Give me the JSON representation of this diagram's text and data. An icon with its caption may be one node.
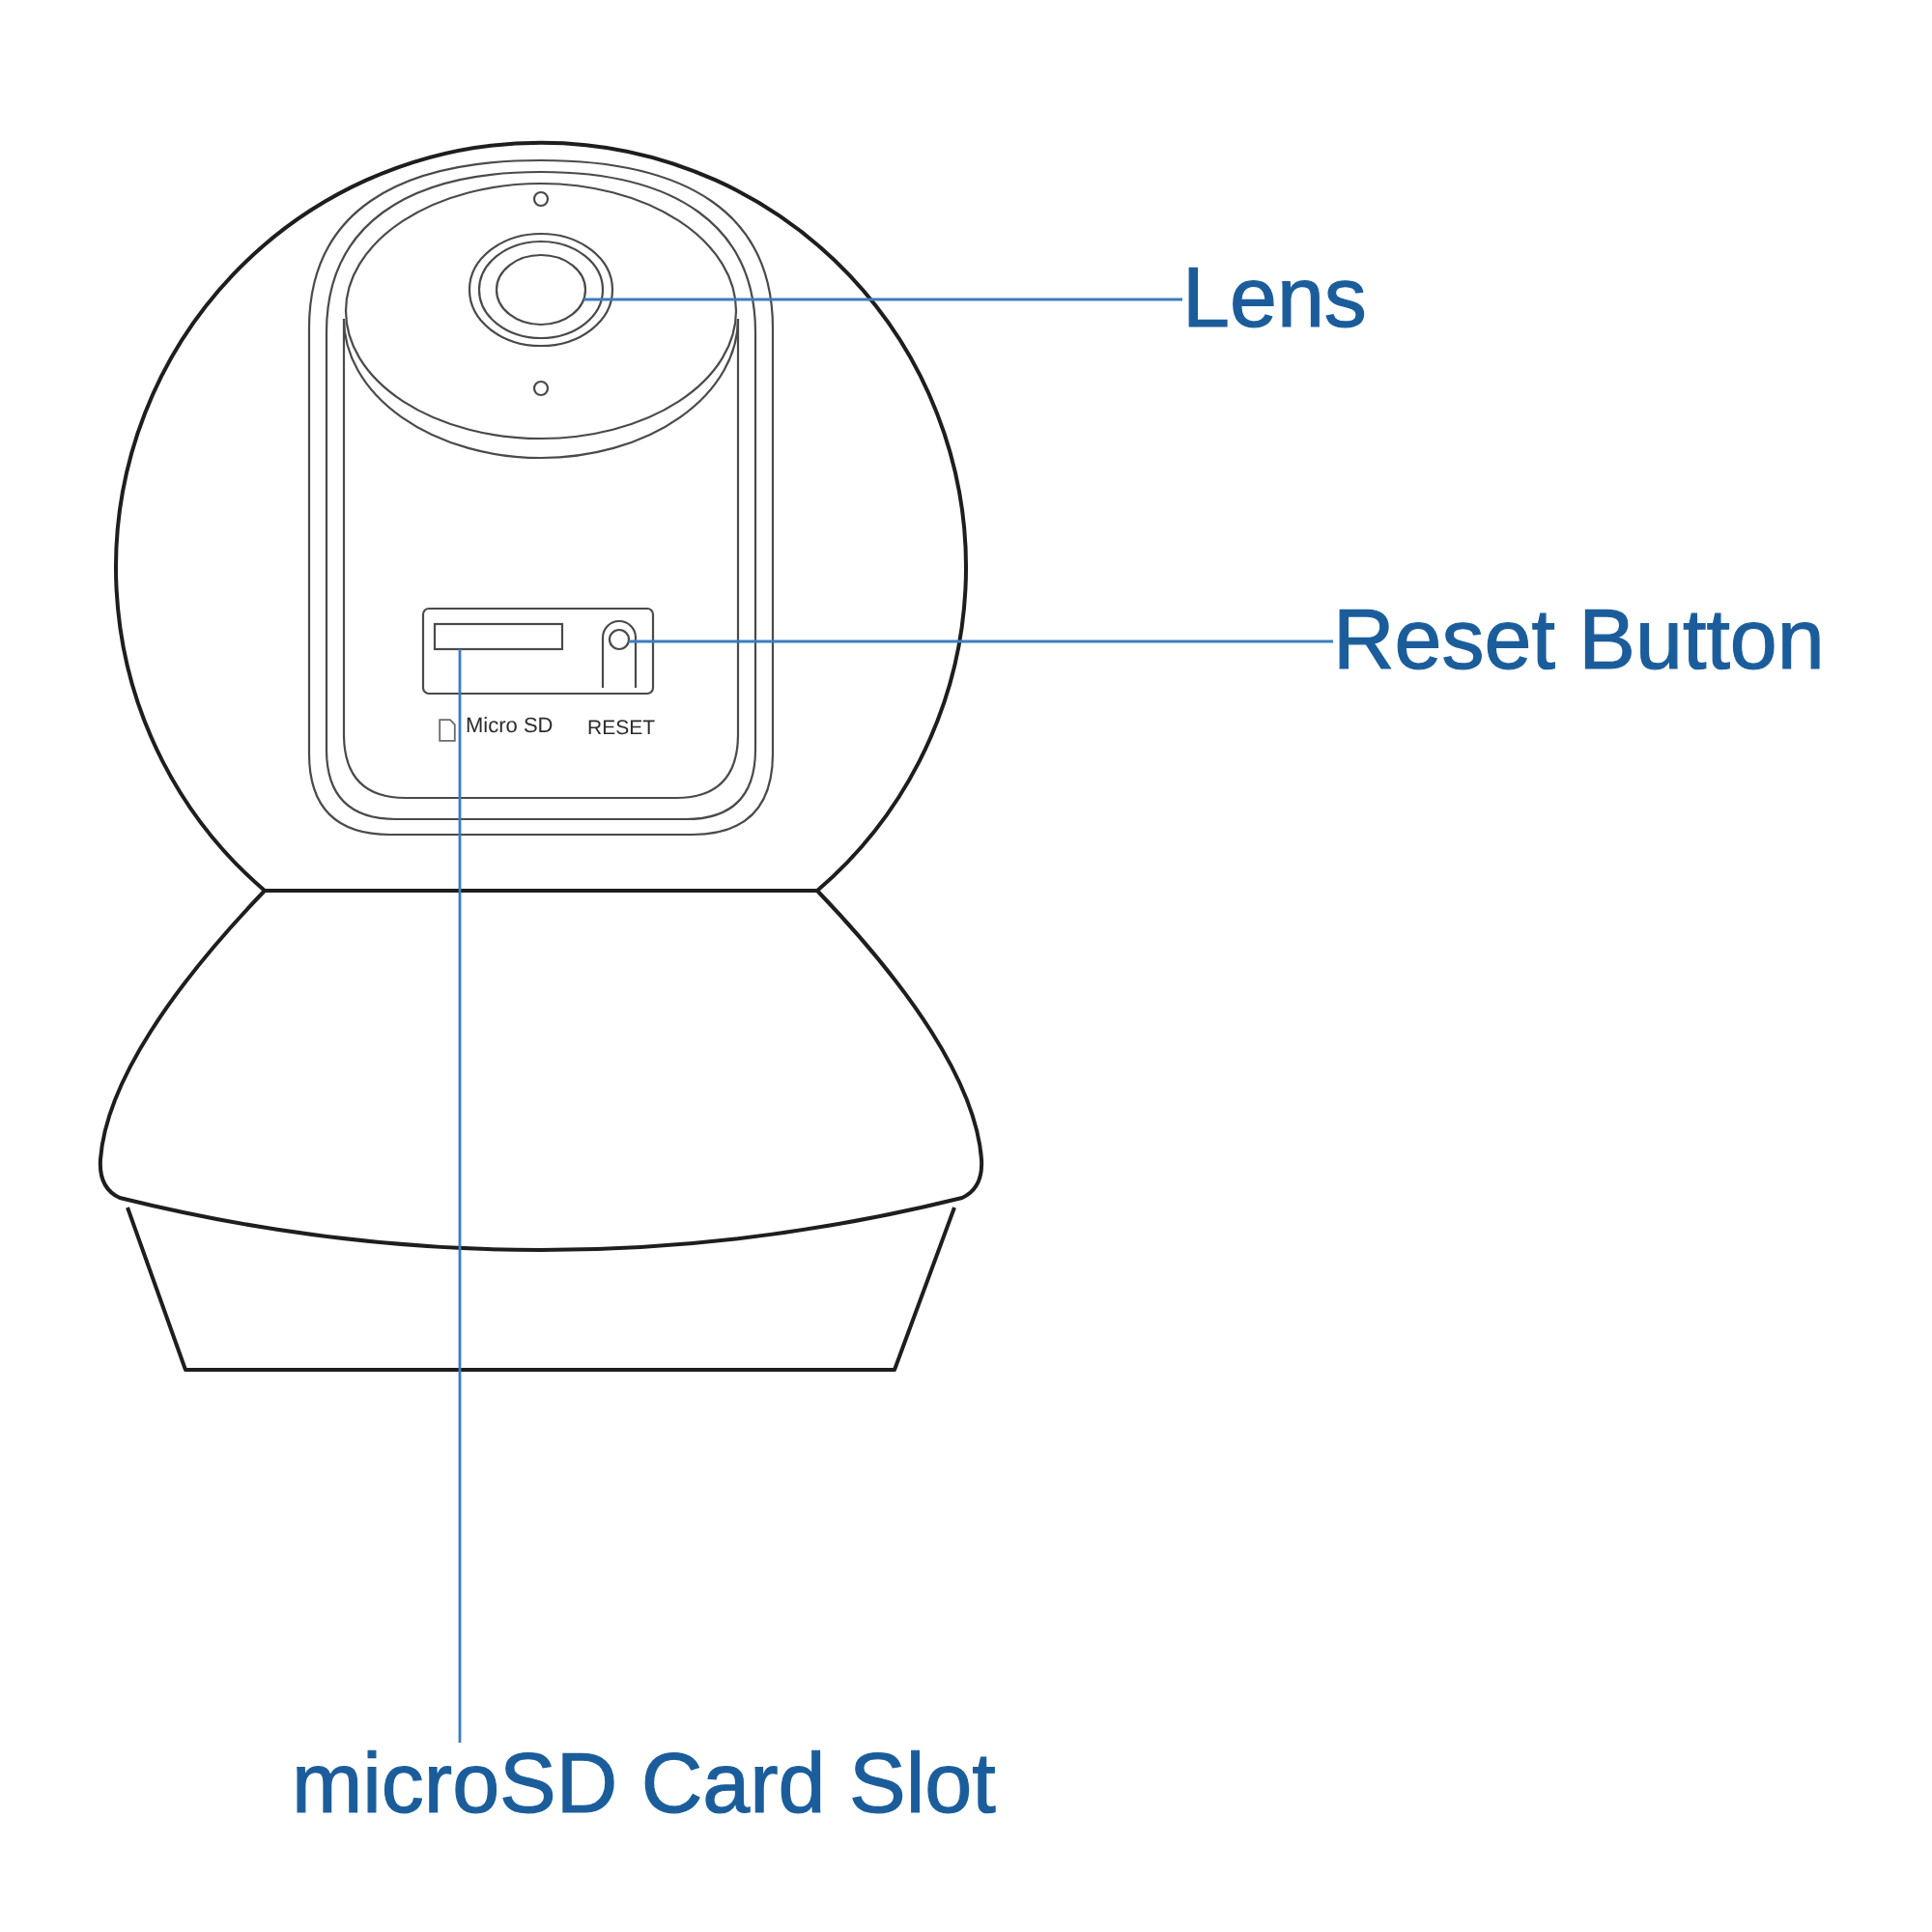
{
  "diagram": {
    "nodes": [
      {
        "text": [
          "Lens"
        ]
      },
      {
        "text": [],
        "shape": "circle"
      },
      {
        "text": [
          "Reset Button"
        ]
      },
      {
        "text": [],
        "shape": "circle"
      },
      {
        "text": [
          "microSD Card Slot"
        ]
      },
      {
        "text": [],
        "shape": "box"
      }
    ],
    "edges": [
      {
        "from": 0,
        "to": 1,
        "arrow": "none"
      },
      {
        "from": 2,
        "to": 3,
        "arrow": "none"
      },
      {
        "from": 4,
        "to": 5,
        "arrow": "none"
      }
    ],
    "labels": [
      "Micro SD",
      "RESET"
    ]
  }
}
